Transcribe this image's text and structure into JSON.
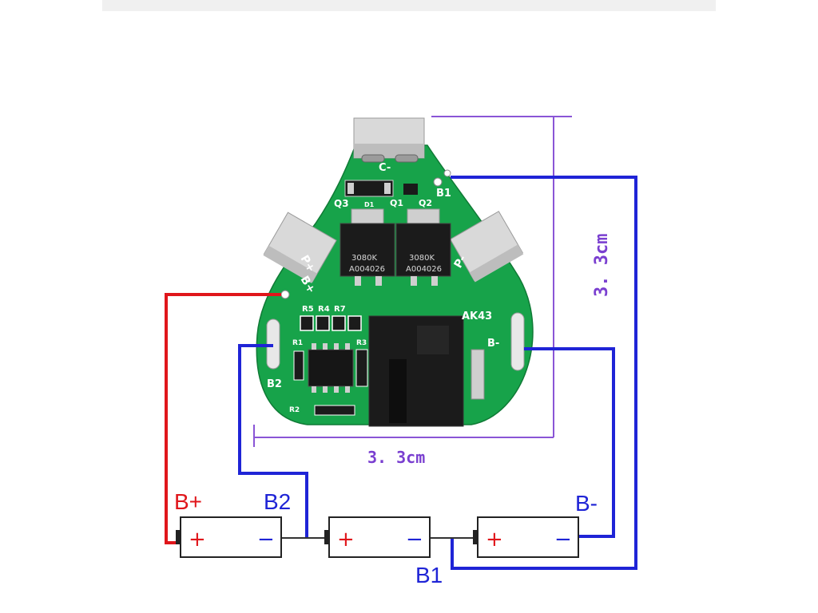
{
  "pcb": {
    "label_c_minus": "C-",
    "label_b1": "B1",
    "label_q3": "Q3",
    "label_q1": "Q1",
    "label_q2": "Q2",
    "label_d1": "D1",
    "label_p_plus": "P+",
    "label_p_minus": "P-",
    "label_b_plus": "B+",
    "label_b2": "B2",
    "label_b_minus": "B-",
    "label_ak43": "AK43",
    "label_r5": "R5",
    "label_r4": "R4",
    "label_r7": "R7",
    "label_r1": "R1",
    "label_r3": "R3",
    "label_r2": "R2",
    "mosfet_1_line1": "3080K",
    "mosfet_1_line2": "A004026",
    "mosfet_2_line1": "3080K",
    "mosfet_2_line2": "A004026"
  },
  "dimensions": {
    "height_label": "3. 3cm",
    "width_label": "3. 3cm"
  },
  "wiring": {
    "label_b_plus": "B+",
    "label_b2": "B2",
    "label_b_minus": "B-",
    "label_b1": "B1",
    "red_color": "#e0161b",
    "blue_color": "#1f24d6"
  },
  "cells": [
    {
      "plus": "+",
      "minus": "−"
    },
    {
      "plus": "+",
      "minus": "−"
    },
    {
      "plus": "+",
      "minus": "−"
    }
  ],
  "colors": {
    "pcb_green": "#18a34a",
    "dimension_purple": "#7a3fd0"
  }
}
